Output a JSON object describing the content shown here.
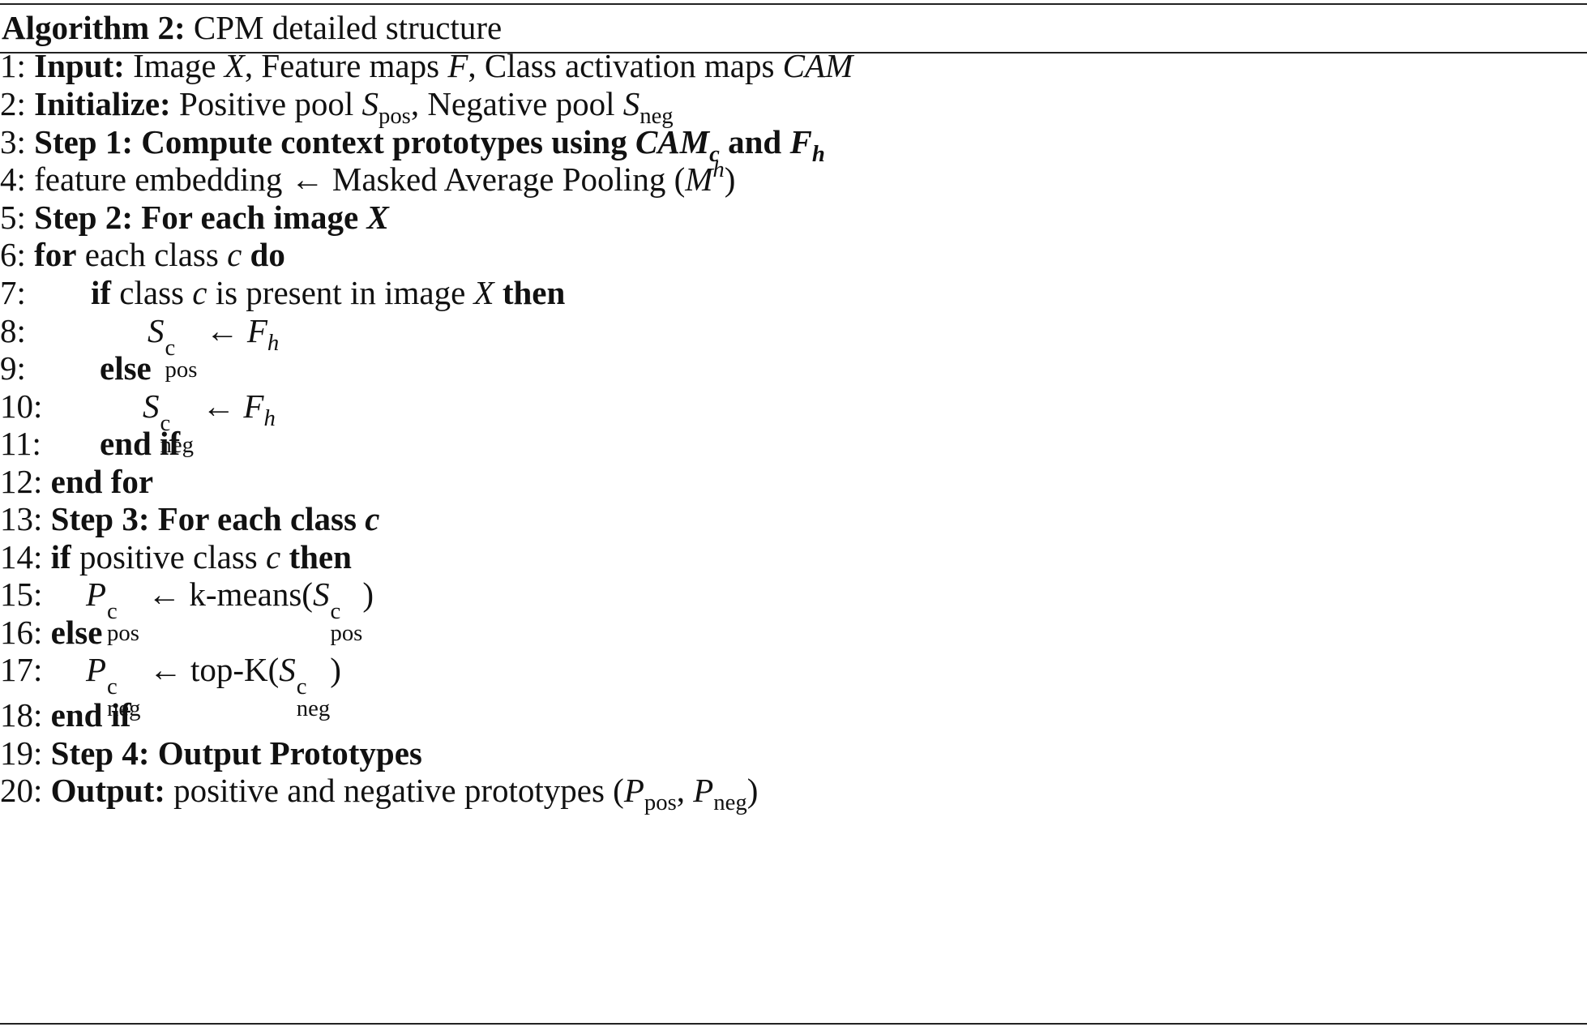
{
  "algorithm": {
    "title_label": "Algorithm 2:",
    "title_text": "CPM detailed structure",
    "lines": [
      {
        "num": "1:",
        "kw": "Input:",
        "text_a": "Image",
        "X": "X",
        "text_b": ", Feature maps",
        "F": "F",
        "text_c": ", Class activation maps",
        "CAM": "CAM"
      },
      {
        "num": "2:",
        "kw": "Initialize:",
        "text_a": "Positive pool",
        "S": "S",
        "pos": "pos",
        "text_b": ", Negative pool",
        "neg": "neg"
      },
      {
        "num": "3:",
        "kw": "Step 1: Compute context prototypes using",
        "CAM": "CAM",
        "c": "c",
        "and": "and",
        "F": "F",
        "h": "h"
      },
      {
        "num": "4:",
        "text_a": "feature embedding ← Masked Average Pooling (",
        "M": "M",
        "h": "h",
        "text_b": ")"
      },
      {
        "num": "5:",
        "kw": "Step 2: For each image",
        "X": "X"
      },
      {
        "num": "6:",
        "kw_for": "for",
        "text": "each class",
        "c": "c",
        "kw_do": "do"
      },
      {
        "num": "7:",
        "kw_if": "if",
        "text_a": "class",
        "c": "c",
        "text_b": "is present in image",
        "X": "X",
        "kw_then": "then"
      },
      {
        "num": "8:",
        "S": "S",
        "sup": "c",
        "sub": "pos",
        "arrow": "←",
        "F": "F",
        "h": "h"
      },
      {
        "num": "9:",
        "kw": "else"
      },
      {
        "num": "10:",
        "S": "S",
        "sup": "c",
        "sub": "neg",
        "arrow": "←",
        "F": "F",
        "h": "h"
      },
      {
        "num": "11:",
        "kw": "end if"
      },
      {
        "num": "12:",
        "kw": "end for"
      },
      {
        "num": "13:",
        "kw": "Step 3: For each class",
        "c": "c"
      },
      {
        "num": "14:",
        "kw_if": "if",
        "text": "positive class",
        "c": "c",
        "kw_then": "then"
      },
      {
        "num": "15:",
        "P": "P",
        "sup": "c",
        "sub": "pos",
        "text": "← k-means(",
        "S": "S",
        "close": ")"
      },
      {
        "num": "16:",
        "kw": "else"
      },
      {
        "num": "17:",
        "P": "P",
        "sup": "c",
        "sub": "neg",
        "text": "← top-K(",
        "S": "S",
        "close": ")"
      },
      {
        "num": "18:",
        "kw": "end if"
      },
      {
        "num": "19:",
        "kw": "Step 4: Output Prototypes"
      },
      {
        "num": "20:",
        "kw": "Output:",
        "text": "positive and negative prototypes (",
        "P": "P",
        "pos": "pos",
        "comma": ",",
        "neg": "neg",
        "close": ")"
      }
    ]
  }
}
